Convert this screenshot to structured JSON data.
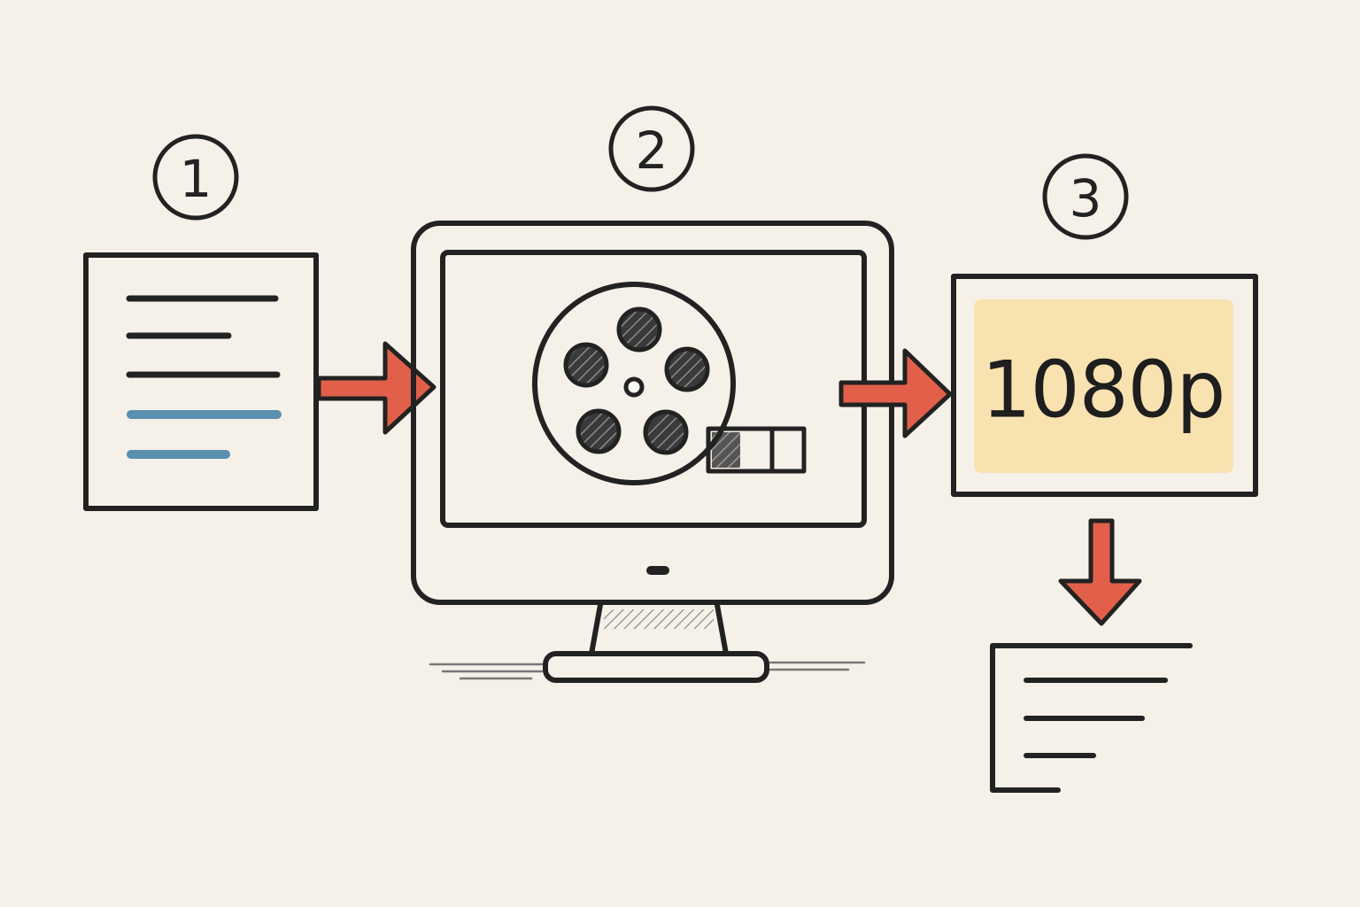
{
  "diagram": {
    "steps": [
      {
        "number": "1",
        "description": "text-document"
      },
      {
        "number": "2",
        "description": "video-rendering-computer"
      },
      {
        "number": "3",
        "description": "high-resolution-output"
      }
    ],
    "resolution_label": "1080p",
    "colors": {
      "background": "#f5f0e8",
      "ink": "#222222",
      "arrow": "#e2604a",
      "highlight_line": "#5a8fb0",
      "resolution_fill": "#f8e2b0",
      "progress_fill": "#c8c8c8"
    },
    "icons": {
      "document": "document-icon",
      "film_reel": "film-reel-icon",
      "monitor": "monitor-icon",
      "output_document": "output-document-icon"
    }
  }
}
